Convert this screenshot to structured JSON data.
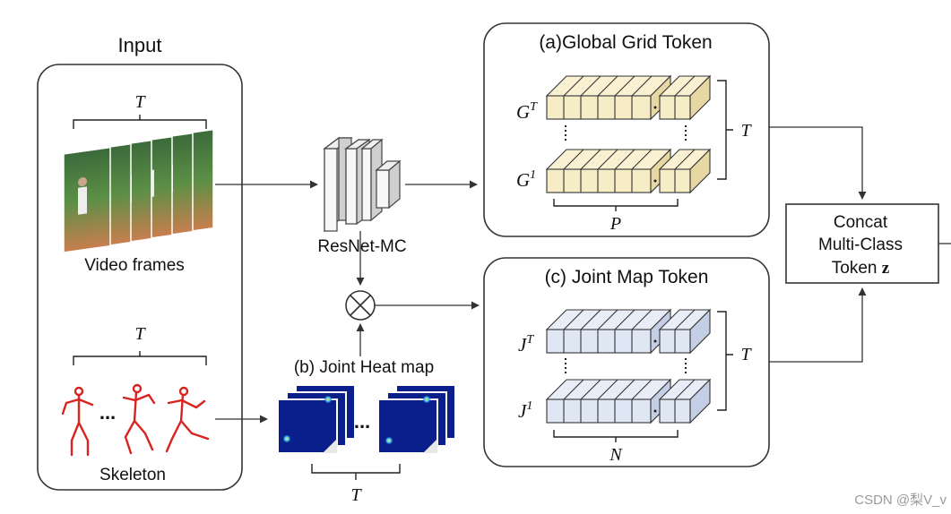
{
  "input": {
    "title": "Input",
    "frames_T": "T",
    "video_label": "Video frames",
    "skeleton_T": "T",
    "skeleton_label": "Skeleton",
    "skeleton_ellipsis": "..."
  },
  "resnet": {
    "label": "ResNet-MC"
  },
  "heatmap": {
    "label": "(b) Joint Heat map",
    "ellipsis": "...",
    "T": "T"
  },
  "global_grid": {
    "title": "(a)Global Grid Token",
    "top_base": "G",
    "top_sup": "T",
    "bottom_base": "G",
    "bottom_sup": "1",
    "bracket_T": "T",
    "bracket_P": "P"
  },
  "joint_map": {
    "title": "(c) Joint Map Token",
    "top_base": "J",
    "top_sup": "T",
    "bottom_base": "J",
    "bottom_sup": "1",
    "bracket_T": "T",
    "bracket_N": "N"
  },
  "concat": {
    "line1": "Concat",
    "line2": "Multi-Class",
    "line3": "Token",
    "symbol": "z"
  },
  "watermark": "CSDN @梨V_v",
  "colors": {
    "grid_token_fill": "#f6ecc6",
    "grid_token_side": "#e7d8a3",
    "joint_token_fill": "#dfe6f4",
    "joint_token_side": "#c4cfe6",
    "heatmap_bg": "#0a1f8c",
    "skeleton": "#d8231f"
  }
}
